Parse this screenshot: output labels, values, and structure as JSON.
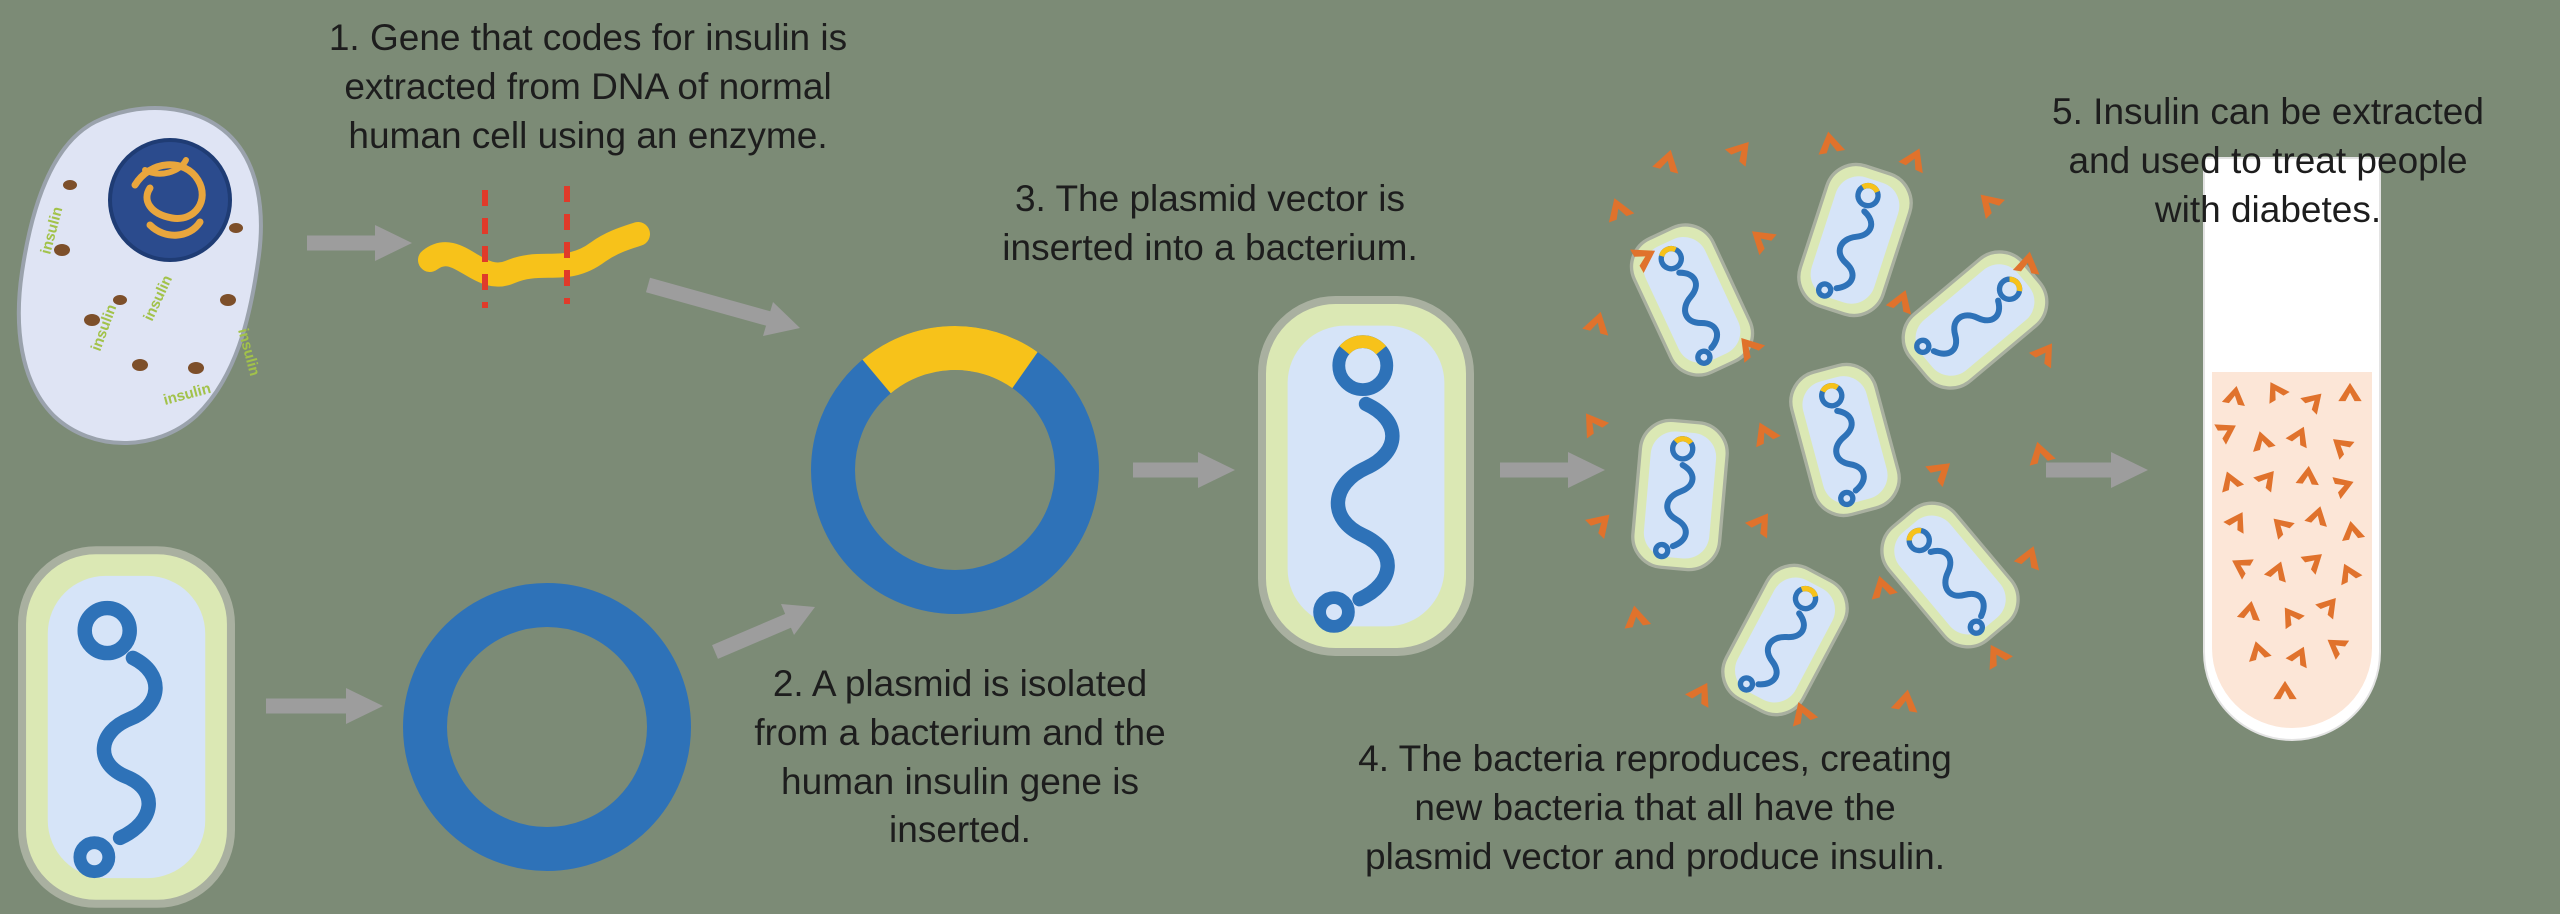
{
  "steps": {
    "step1": "1. Gene that codes for insulin is\nextracted from DNA of normal\nhuman cell using an enzyme.",
    "step2": "2. A plasmid is isolated\nfrom a bacterium and the\nhuman insulin gene is\ninserted.",
    "step3": "3. The plasmid vector is\ninserted into a bacterium.",
    "step4": "4. The bacteria reproduces, creating\nnew bacteria that all have the\nplasmid vector and produce insulin.",
    "step5": "5. Insulin can be extracted\nand used to treat people\nwith diabetes."
  },
  "labels": {
    "insulin": "insulin"
  },
  "icons": {
    "human_cell": "human-cell",
    "nucleus": "nucleus-icon",
    "insulin_gene": "insulin-gene-icon",
    "cut_lines": "enzyme-cut-lines-icon",
    "plasmid": "plasmid-ring-icon",
    "recombinant_plasmid": "recombinant-plasmid-icon",
    "bacterium": "bacterium-icon",
    "insulin_molecule": "insulin-molecule-icon",
    "test_tube": "test-tube-icon",
    "arrow": "flow-arrow-icon"
  },
  "colors": {
    "background": "#7c8b76",
    "text": "#1d1d1d",
    "cell_fill": "#dfe4f4",
    "cell_outline": "#9aa2ac",
    "nucleus_blue": "#2b4b8d",
    "nucleus_dna_orange": "#e9a63d",
    "organelle_brown": "#7d4f2a",
    "gene_yellow": "#f7c21a",
    "cut_line_red": "#e03a2a",
    "plasmid_blue": "#2e72b8",
    "bacterium_green": "#dbe8b4",
    "bacterium_outline": "#a9b0a0",
    "bacterium_inner_blue": "#d6e4f8",
    "insulin_orange": "#e0722c",
    "tube_liquid_peach": "#fce6d7",
    "arrow_gray": "#9d9d9d",
    "tube_white": "#ffffff"
  }
}
